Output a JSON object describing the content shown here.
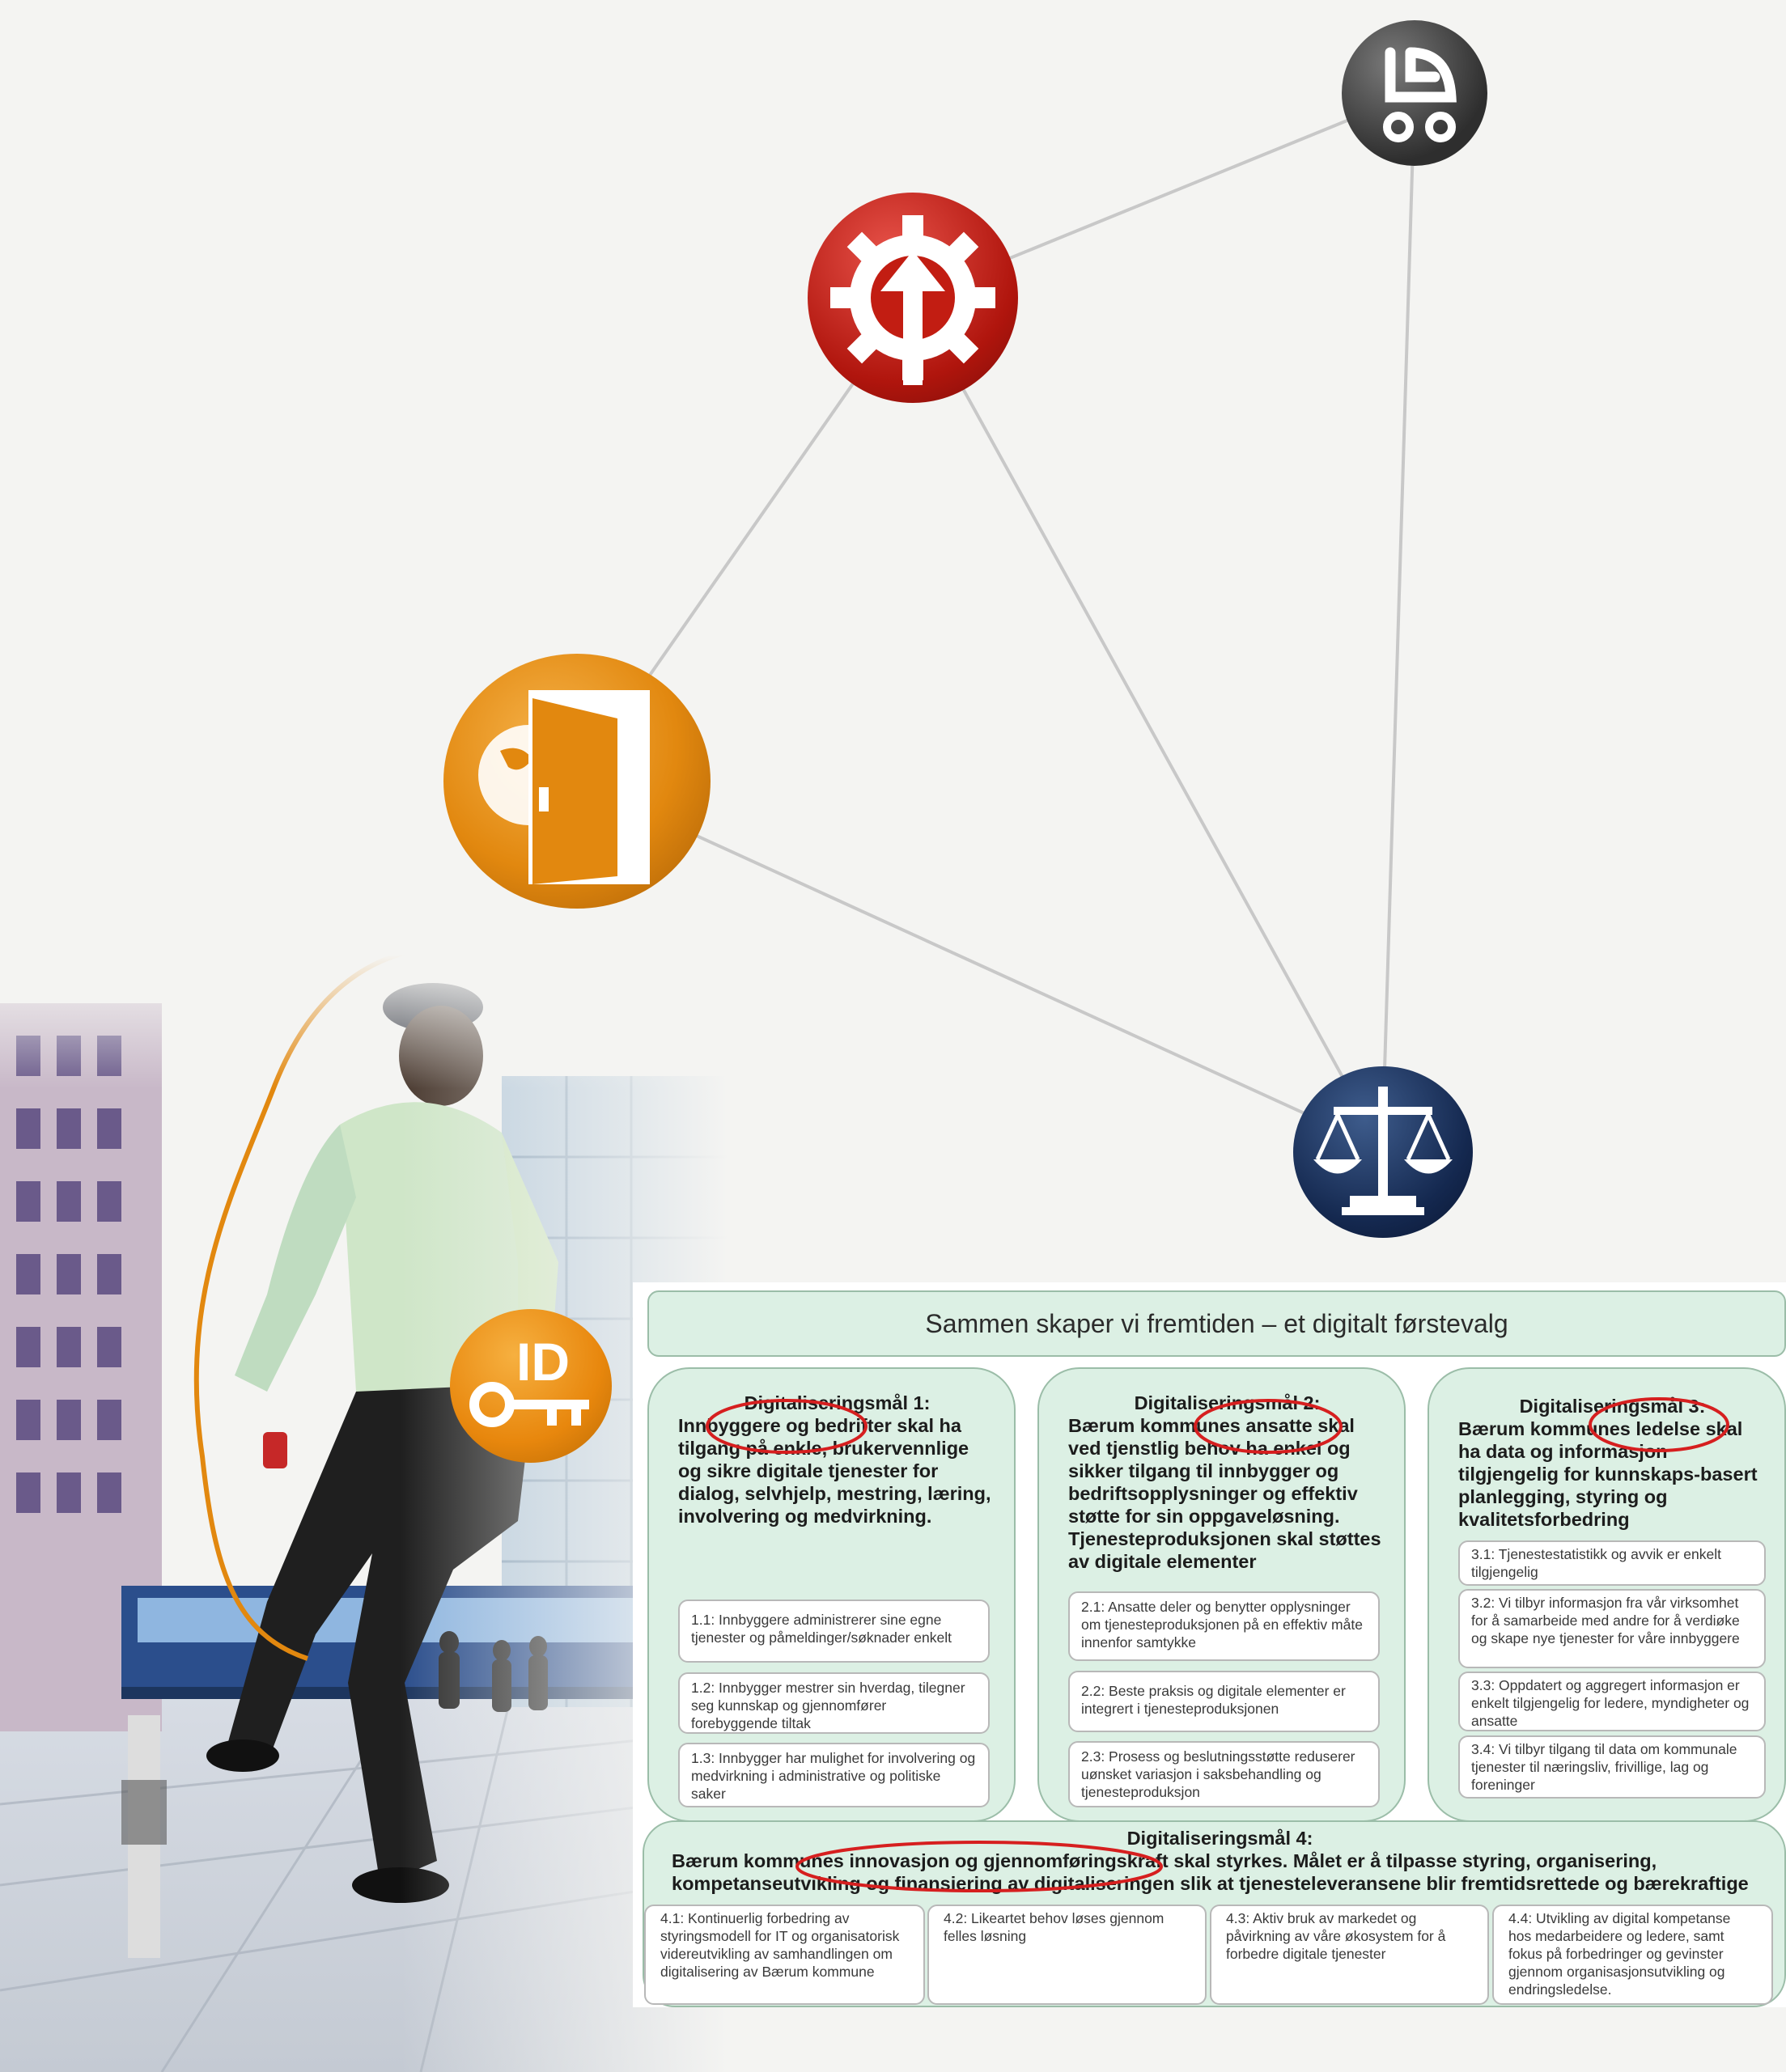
{
  "header": {
    "title": "Sammen skaper vi fremtiden – et digitalt førstevalg"
  },
  "goals": [
    {
      "heading": "Digitaliseringsmål 1:",
      "text": "Innbyggere og bedrifter skal ha tilgang på enkle, brukervennlige og sikre digitale tjenester for dialog, selvhjelp, mestring, læring, involvering og medvirkning.",
      "subgoals": [
        "1.1: Innbyggere administrerer sine egne tjenester og påmeldinger/søknader enkelt",
        "1.2: Innbygger mestrer sin hverdag, tilegner seg kunnskap og gjennomfører forebyggende tiltak",
        "1.3: Innbygger har mulighet for involvering og medvirkning i administrative og politiske saker"
      ]
    },
    {
      "heading": "Digitaliseringsmål 2:",
      "text": "Bærum kommunes ansatte skal ved tjenstlig behov ha enkel og sikker tilgang til innbygger og bedriftsopplysninger og effektiv støtte for sin oppgaveløsning. Tjenesteproduksjonen skal støttes av digitale elementer",
      "subgoals": [
        "2.1: Ansatte deler og benytter opplysninger om tjenesteproduksjonen på en effektiv måte innenfor samtykke",
        "2.2: Beste praksis og digitale elementer er integrert i tjenesteproduksjonen",
        "2.3: Prosess og beslutningsstøtte reduserer uønsket variasjon i saksbehandling og tjenesteproduksjon"
      ]
    },
    {
      "heading": "Digitaliseringsmål 3:",
      "text": "Bærum kommunes ledelse skal ha data og informasjon tilgjengelig for kunnskaps-basert planlegging, styring og kvalitetsforbedring",
      "subgoals": [
        "3.1: Tjenestestatistikk og avvik er enkelt tilgjengelig",
        "3.2: Vi tilbyr informasjon fra vår virksomhet for å samarbeide med andre for å verdiøke og skape nye tjenester for våre innbyggere",
        "3.3: Oppdatert og aggregert informasjon er enkelt tilgjengelig for ledere, myndigheter og ansatte",
        "3.4: Vi tilbyr tilgang til data om kommunale tjenester til næringsliv, frivillige, lag og foreninger"
      ]
    }
  ],
  "goal4": {
    "heading": "Digitaliseringsmål 4:",
    "text": "Bærum kommunes innovasjon og gjennomføringskraft skal styrkes. Målet er å tilpasse styring, organisering, kompetanseutvikling og finansiering av digitaliseringen slik at tjenesteleveransene blir fremtidsrettede og bærekraftige",
    "subgoals": [
      "4.1: Kontinuerlig forbedring av styringsmodell for IT og organisatorisk videreutvikling av samhandlingen om digitalisering av Bærum kommune",
      "4.2: Likeartet behov løses gjennom felles løsning",
      "4.3: Aktiv bruk av markedet og påvirkning av våre økosystem for å forbedre digitale tjenester",
      "4.4: Utvikling av digital kompetanse hos medarbeidere og ledere, samt fokus på forbedringer og gevinster gjennom organisasjonsutvikling og endringsledelse."
    ]
  },
  "network": {
    "badge": "ID",
    "nodes": [
      {
        "name": "pram-node",
        "icon": "pram-icon",
        "color": "#3d3d3d"
      },
      {
        "name": "gear-node",
        "icon": "gear-arrow-icon",
        "color": "#c21d12"
      },
      {
        "name": "door-node",
        "icon": "door-globe-icon",
        "color": "#e2880f"
      },
      {
        "name": "scale-node",
        "icon": "scale-icon",
        "color": "#14284f"
      },
      {
        "name": "id-node",
        "icon": "id-key-icon",
        "color": "#e8870d"
      }
    ]
  }
}
